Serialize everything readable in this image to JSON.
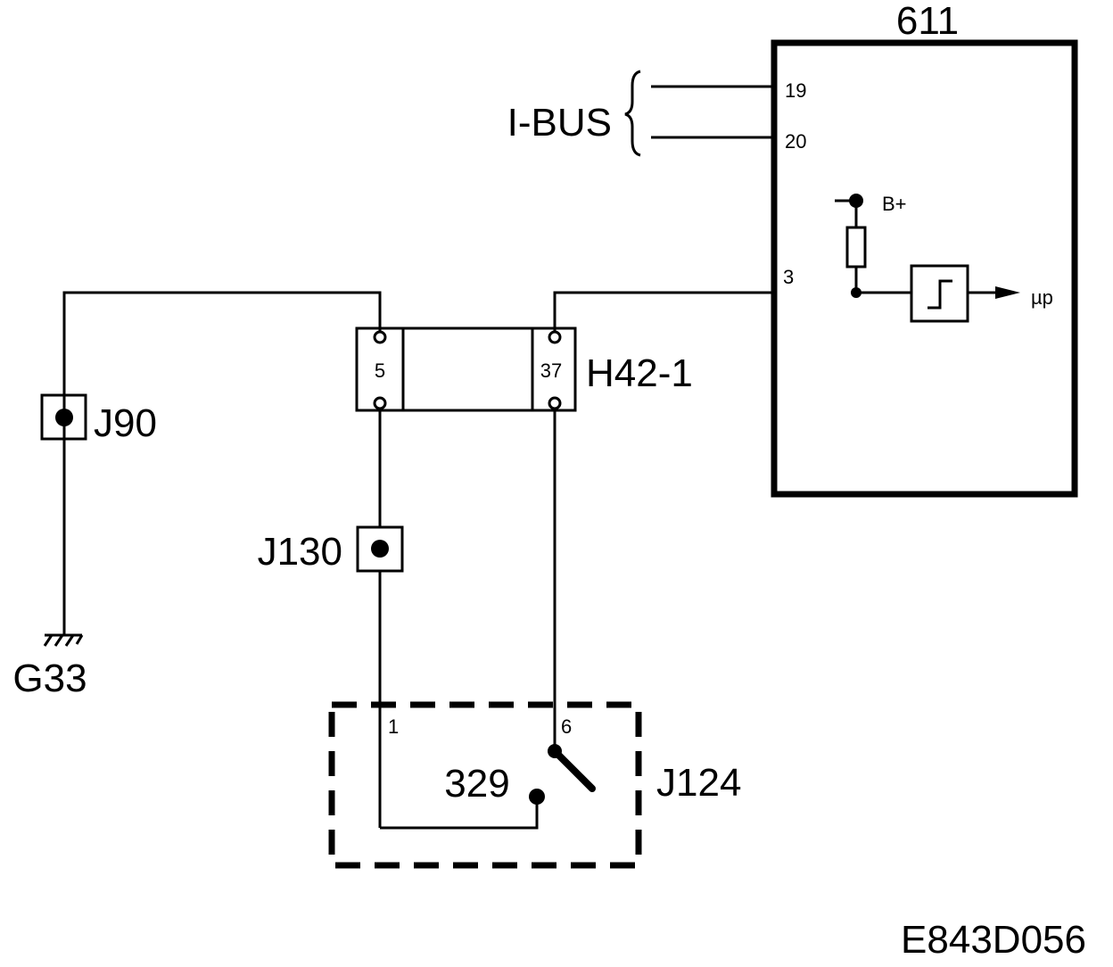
{
  "control_unit": {
    "label": "611",
    "pin_bus_high": "19",
    "pin_bus_low": "20",
    "pin_input": "3",
    "supply": "B+",
    "output": "µp"
  },
  "bus": {
    "label": "I-BUS"
  },
  "connector": {
    "label": "H42-1",
    "pin_left": "5",
    "pin_right": "37"
  },
  "joints": {
    "j90": "J90",
    "j130": "J130",
    "j124": "J124"
  },
  "ground": {
    "label": "G33"
  },
  "switch": {
    "label": "329",
    "pin_1": "1",
    "pin_6": "6"
  },
  "diagram_id": "E843D056"
}
